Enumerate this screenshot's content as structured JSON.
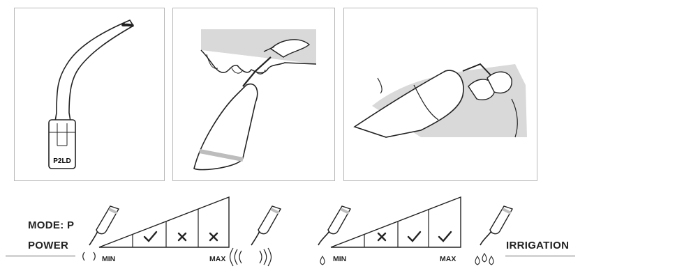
{
  "tip_label": "P2LD",
  "mode_label": "MODE: P",
  "power_label": "POWER",
  "irrigation_label": "IRRIGATION",
  "power_scale": {
    "min_label": "MIN",
    "max_label": "MAX",
    "levels": [
      "check",
      "cross",
      "cross"
    ]
  },
  "irrigation_scale": {
    "min_label": "MIN",
    "max_label": "MAX",
    "levels": [
      "cross",
      "check",
      "check"
    ]
  },
  "colors": {
    "line": "#222222",
    "frame": "#b8b8b8",
    "shade": "#d9d9d9",
    "ring": "#bdbdbd"
  }
}
